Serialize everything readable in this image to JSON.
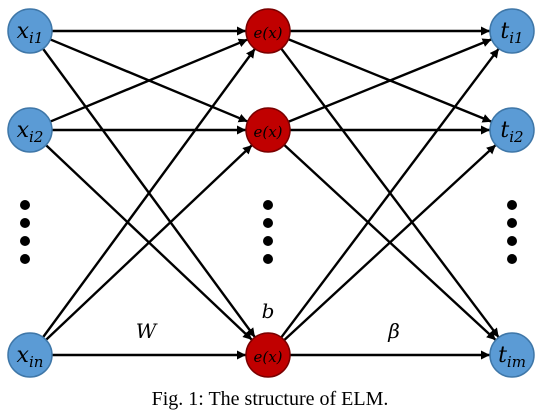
{
  "diagram": {
    "input_layer": {
      "nodes": [
        {
          "base": "x",
          "sub": "i1"
        },
        {
          "base": "x",
          "sub": "i2"
        },
        {
          "base": "x",
          "sub": "in"
        }
      ],
      "fill": "#5b9bd5"
    },
    "hidden_layer": {
      "nodes": [
        {
          "label": "e(x)"
        },
        {
          "label": "e(x)"
        },
        {
          "label": "e(x)"
        }
      ],
      "fill": "#c00000"
    },
    "output_layer": {
      "nodes": [
        {
          "base": "t",
          "sub": "i1"
        },
        {
          "base": "t",
          "sub": "i2"
        },
        {
          "base": "t",
          "sub": "im"
        }
      ],
      "fill": "#5b9bd5"
    },
    "labels": {
      "input_weights": "W",
      "bias": "b",
      "output_weights": "β"
    }
  },
  "caption": "Fig. 1: The structure of ELM."
}
